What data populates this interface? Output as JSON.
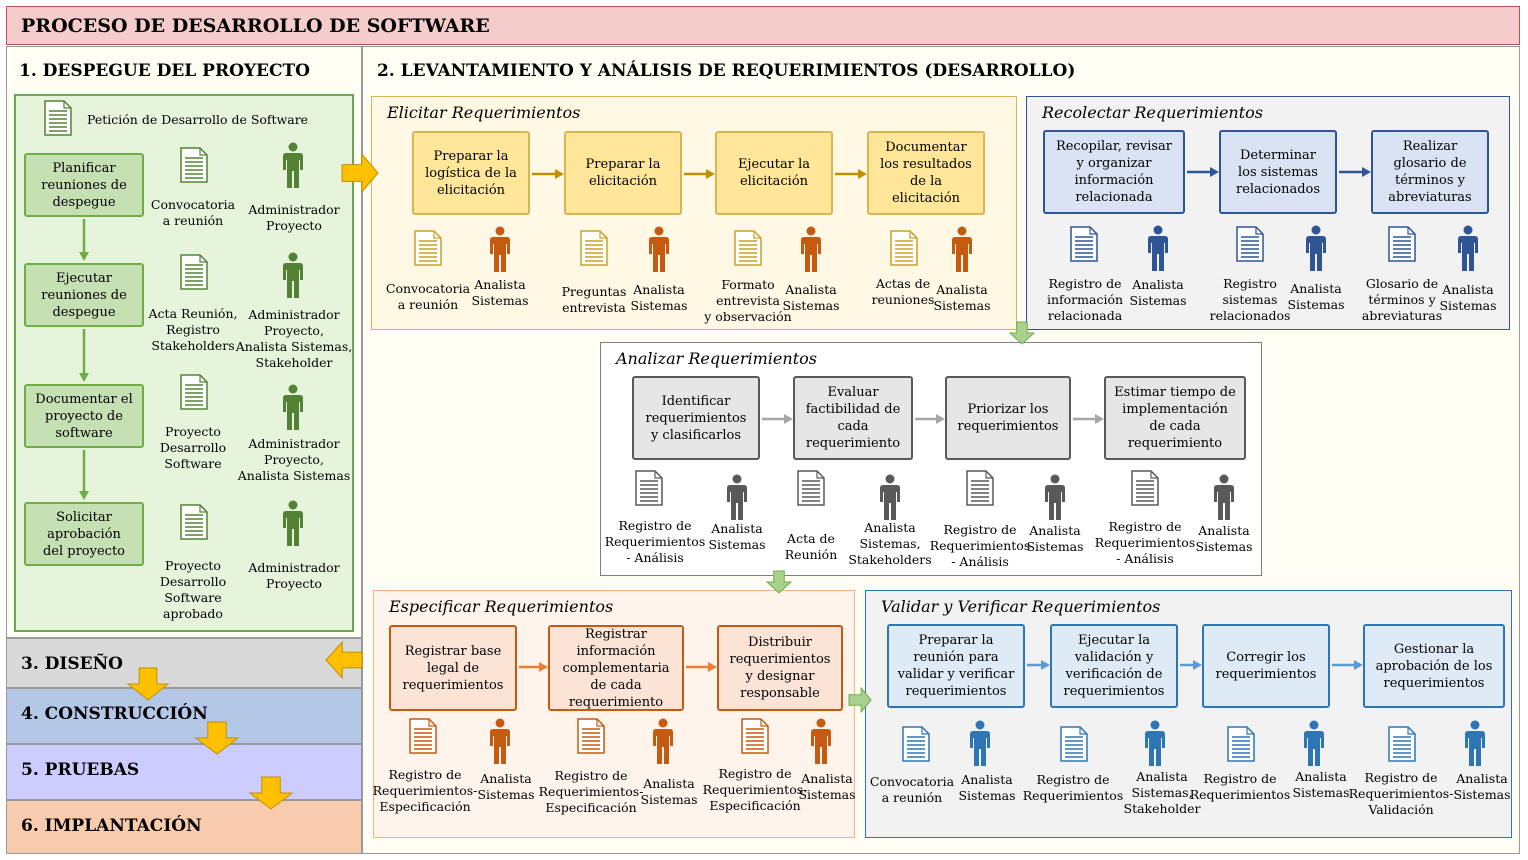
{
  "title": "PROCESO DE DESARROLLO DE SOFTWARE",
  "phase1": {
    "title": "1. DESPEGUE DEL PROYECTO",
    "petition": "Petición de Desarrollo de Software",
    "steps": [
      {
        "label": [
          "Planificar",
          "reuniones de",
          "despegue"
        ],
        "doc": [
          "Convocatoria",
          "a reunión"
        ],
        "role": [
          "Administrador",
          "Proyecto"
        ]
      },
      {
        "label": [
          "Ejecutar",
          "reuniones de",
          "despegue"
        ],
        "doc": [
          "Acta Reunión,",
          "Registro",
          "Stakeholders"
        ],
        "role": [
          "Administrador",
          "Proyecto,",
          "Analista Sistemas,",
          "Stakeholder"
        ]
      },
      {
        "label": [
          "Documentar el",
          "proyecto de",
          "software"
        ],
        "doc": [
          "Proyecto",
          "Desarrollo",
          "Software"
        ],
        "role": [
          "Administrador",
          "Proyecto,",
          "Analista Sistemas"
        ]
      },
      {
        "label": [
          "Solicitar",
          "aprobación",
          "del proyecto"
        ],
        "doc": [
          "Proyecto",
          "Desarrollo",
          "Software",
          "aprobado"
        ],
        "role": [
          "Administrador",
          "Proyecto"
        ]
      }
    ]
  },
  "phase2": {
    "title": "2. LEVANTAMIENTO Y ANÁLISIS DE REQUERIMIENTOS (DESARROLLO)",
    "groups": {
      "elicitar": {
        "title": "Elicitar Requerimientos",
        "steps": [
          {
            "label": [
              "Preparar la",
              "logística de la",
              "elicitación"
            ],
            "doc": [
              "Convocatoria",
              "a reunión"
            ],
            "role": [
              "Analista",
              "Sistemas"
            ]
          },
          {
            "label": [
              "Preparar la",
              "elicitación"
            ],
            "doc": [
              "Preguntas",
              "entrevista"
            ],
            "role": [
              "Analista",
              "Sistemas"
            ]
          },
          {
            "label": [
              "Ejecutar la",
              "elicitación"
            ],
            "doc": [
              "Formato",
              "entrevista",
              "y observación"
            ],
            "role": [
              "Analista",
              "Sistemas"
            ]
          },
          {
            "label": [
              "Documentar",
              "los resultados",
              "de la",
              "elicitación"
            ],
            "doc": [
              "Actas de",
              "reuniones"
            ],
            "role": [
              "Analista",
              "Sistemas"
            ]
          }
        ]
      },
      "recolectar": {
        "title": "Recolectar Requerimientos",
        "steps": [
          {
            "label": [
              "Recopilar, revisar",
              "y organizar",
              "información",
              "relacionada"
            ],
            "doc": [
              "Registro de",
              "información",
              "relacionada"
            ],
            "role": [
              "Analista",
              "Sistemas"
            ]
          },
          {
            "label": [
              "Determinar",
              "los sistemas",
              "relacionados"
            ],
            "doc": [
              "Registro",
              "sistemas",
              "relacionados"
            ],
            "role": [
              "Analista",
              "Sistemas"
            ]
          },
          {
            "label": [
              "Realizar",
              "glosario de",
              "términos y",
              "abreviaturas"
            ],
            "doc": [
              "Glosario de",
              "términos y",
              "abreviaturas"
            ],
            "role": [
              "Analista",
              "Sistemas"
            ]
          }
        ]
      },
      "analizar": {
        "title": "Analizar Requerimientos",
        "steps": [
          {
            "label": [
              "Identificar",
              "requerimientos",
              "y clasificarlos"
            ],
            "doc": [
              "Registro de",
              "Requerimientos",
              "- Análisis"
            ],
            "role": [
              "Analista",
              "Sistemas"
            ]
          },
          {
            "label": [
              "Evaluar",
              "factibilidad de",
              "cada",
              "requerimiento"
            ],
            "doc": [
              "Acta de",
              "Reunión"
            ],
            "role": [
              "Analista",
              "Sistemas,",
              "Stakeholders"
            ]
          },
          {
            "label": [
              "Priorizar  los",
              "requerimientos"
            ],
            "doc": [
              "Registro de",
              "Requerimientos",
              "- Análisis"
            ],
            "role": [
              "Analista",
              "Sistemas"
            ]
          },
          {
            "label": [
              "Estimar tiempo de",
              "implementación",
              "de cada",
              "requerimiento"
            ],
            "doc": [
              "Registro de",
              "Requerimientos",
              "- Análisis"
            ],
            "role": [
              "Analista",
              "Sistemas"
            ]
          }
        ]
      },
      "especificar": {
        "title": "Especificar Requerimientos",
        "steps": [
          {
            "label": [
              "Registrar base",
              "legal de",
              "requerimientos"
            ],
            "doc": [
              "Registro de",
              "Requerimientos-",
              "Especificación"
            ],
            "role": [
              "Analista",
              "Sistemas"
            ]
          },
          {
            "label": [
              "Registrar",
              "información",
              "complementaria",
              "de cada",
              "requerimiento"
            ],
            "doc": [
              "Registro de",
              "Requerimientos-",
              "Especificación"
            ],
            "role": [
              "Analista",
              "Sistemas"
            ]
          },
          {
            "label": [
              "Distribuir",
              "requerimientos",
              "y designar",
              "responsable"
            ],
            "doc": [
              "Registro de",
              "Requerimientos-",
              "Especificación"
            ],
            "role": [
              "Analista",
              "Sistemas"
            ]
          }
        ]
      },
      "validar": {
        "title": "Validar y Verificar Requerimientos",
        "steps": [
          {
            "label": [
              "Preparar la",
              "reunión para",
              "validar y verificar",
              "requerimientos"
            ],
            "doc": [
              "Convocatoria",
              "a reunión"
            ],
            "role": [
              "Analista",
              "Sistemas"
            ]
          },
          {
            "label": [
              "Ejecutar la",
              "validación y",
              "verificación de",
              "requerimientos"
            ],
            "doc": [
              "Registro de",
              "Requerimientos"
            ],
            "role": [
              "Analista",
              "Sistemas,",
              "Stakeholder"
            ]
          },
          {
            "label": [
              "Corregir los",
              "requerimientos"
            ],
            "doc": [
              "Registro de",
              "Requerimientos"
            ],
            "role": [
              "Analista",
              "Sistemas"
            ]
          },
          {
            "label": [
              "Gestionar la",
              "aprobación de los",
              "requerimientos"
            ],
            "doc": [
              "Registro de",
              "Requerimientos-",
              "Validación"
            ],
            "role": [
              "Analista",
              "Sistemas"
            ]
          }
        ]
      }
    }
  },
  "phases": [
    "3. DISEÑO",
    "4. CONSTRUCCIÓN",
    "5. PRUEBAS",
    "6. IMPLANTACIÓN"
  ],
  "colors": {
    "green": "#70ad47",
    "yellow": "#d6b656",
    "blue": "#2f5597",
    "gray": "#595959",
    "orange": "#c55a11",
    "lightblue": "#2e75b6",
    "arrow": "#ffc000"
  }
}
